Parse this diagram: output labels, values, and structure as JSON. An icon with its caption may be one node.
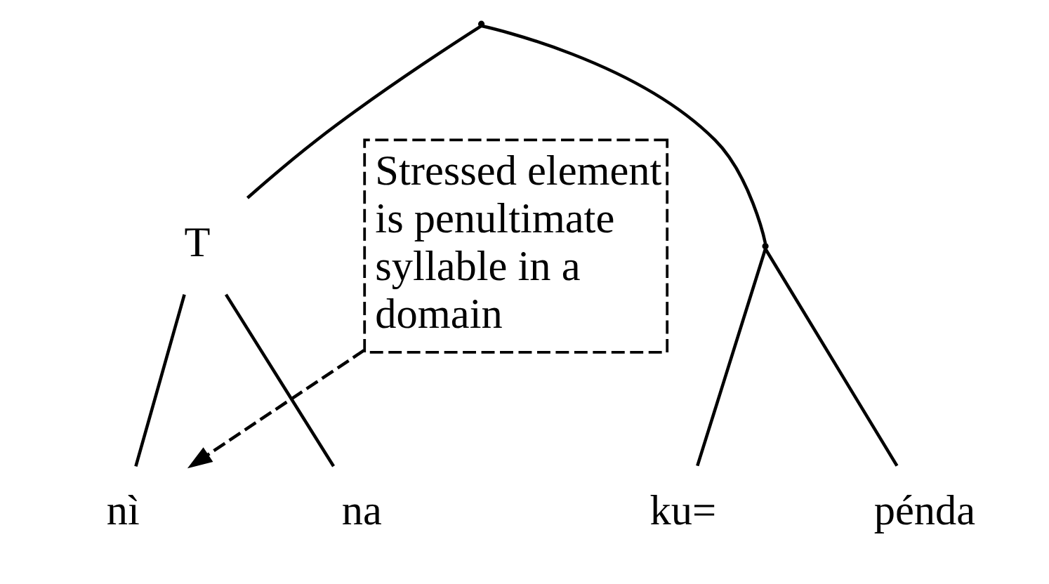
{
  "diagram": {
    "nodes": [
      {
        "text": [],
        "shape": "point"
      },
      {
        "text": [
          "T"
        ]
      },
      {
        "text": [],
        "shape": "point"
      },
      {
        "text": [
          "nì"
        ]
      },
      {
        "text": [
          "na"
        ]
      },
      {
        "text": [
          "ku="
        ]
      },
      {
        "text": [
          "pénda"
        ]
      },
      {
        "text": [
          "Stressed element is penultimate syllable in a domain"
        ]
      }
    ],
    "edges": [
      {
        "from": 0,
        "to": 1,
        "arrow": "none"
      },
      {
        "from": 0,
        "to": 2,
        "arrow": "none"
      },
      {
        "from": 1,
        "to": 3,
        "arrow": "none"
      },
      {
        "from": 1,
        "to": 4,
        "arrow": "none"
      },
      {
        "from": 2,
        "to": 5,
        "arrow": "none"
      },
      {
        "from": 2,
        "to": 6,
        "arrow": "none"
      },
      {
        "from": 7,
        "to": 3,
        "arrow": "to",
        "style": "dashed"
      }
    ]
  }
}
